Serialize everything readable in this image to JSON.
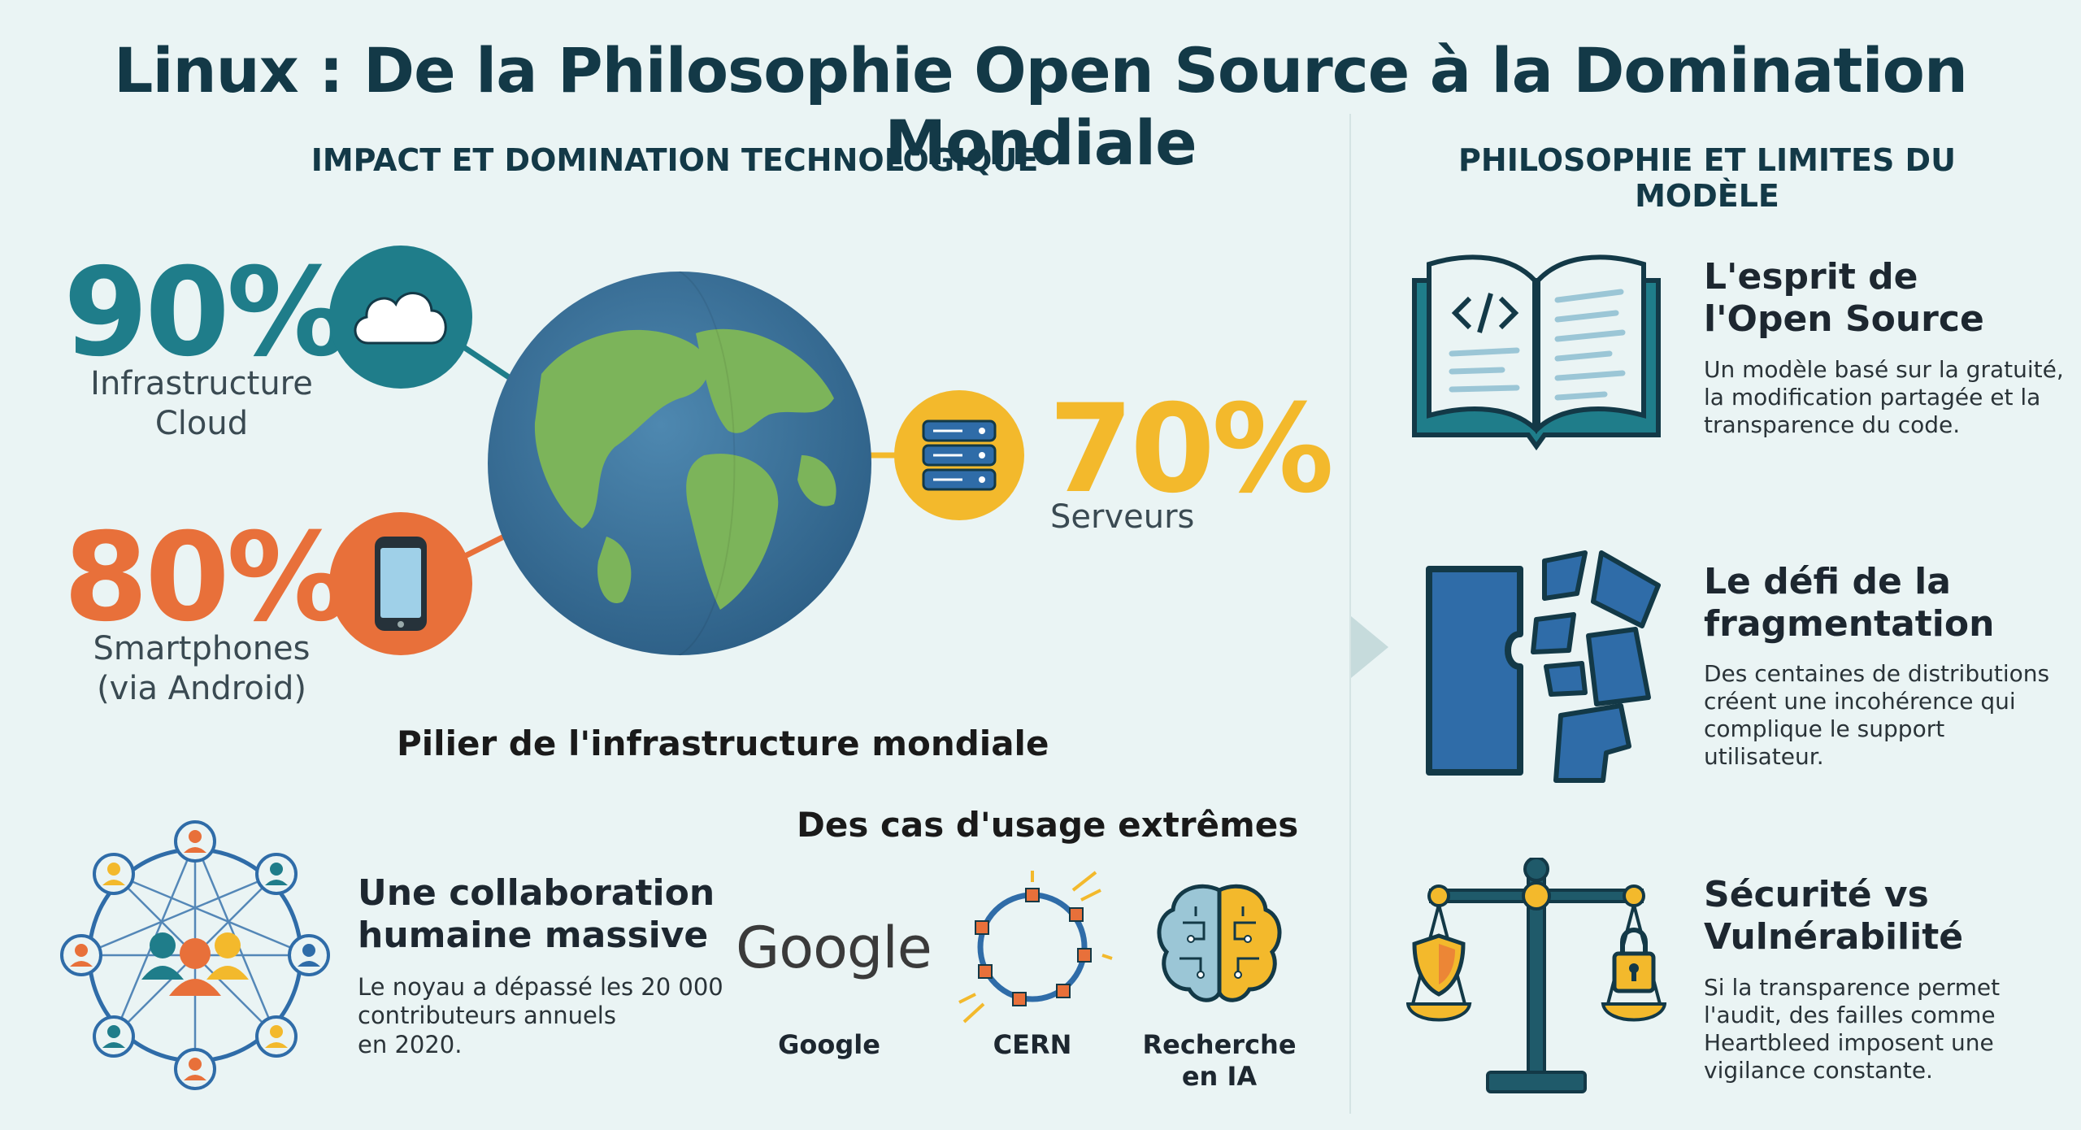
{
  "title": "Linux : De la Philosophie Open Source à la Domination Mondiale",
  "sections": {
    "left_heading": "IMPACT ET DOMINATION TECHNOLOGIQUE",
    "right_heading": "PHILOSOPHIE ET LIMITES DU MODÈLE"
  },
  "stats": [
    {
      "value": "90%",
      "label_line1": "Infrastructure",
      "label_line2": "Cloud",
      "color": "#1f7d8a",
      "icon": "cloud-icon"
    },
    {
      "value": "80%",
      "label_line1": "Smartphones",
      "label_line2": "(via Android)",
      "color": "#e8703a",
      "icon": "smartphone-icon"
    },
    {
      "value": "70%",
      "label_line1": "Serveurs",
      "color": "#f3b92c",
      "icon": "server-icon"
    }
  ],
  "globe": {
    "icon": "globe-icon"
  },
  "pillar": "Pilier de l'infrastructure mondiale",
  "collaboration": {
    "title_line1": "Une collaboration",
    "title_line2": "humaine massive",
    "desc_line1": "Le noyau a dépassé les 20 000",
    "desc_line2": "contributeurs annuels",
    "desc_line3": "en 2020.",
    "icon": "people-network-icon"
  },
  "use_cases": {
    "heading": "Des cas d'usage extrêmes",
    "items": [
      {
        "logo_text": "Google",
        "label_line1": "Google",
        "icon": "google-logo"
      },
      {
        "label_line1": "CERN",
        "icon": "particle-ring-icon"
      },
      {
        "label_line1": "Recherche",
        "label_line2": "en IA",
        "icon": "brain-icon"
      }
    ]
  },
  "right_cards": [
    {
      "title_line1": "L'esprit de",
      "title_line2": "l'Open Source",
      "desc": [
        "Un modèle basé sur la gratuité,",
        "la modification partagée et la",
        "transparence du code."
      ],
      "icon": "open-book-code-icon"
    },
    {
      "title_line1": "Le défi de la",
      "title_line2": "fragmentation",
      "desc": [
        "Des centaines de distributions",
        "créent une incohérence qui",
        "complique le support",
        "utilisateur."
      ],
      "icon": "broken-puzzle-icon"
    },
    {
      "title_line1": "Sécurité vs",
      "title_line2": "Vulnérabilité",
      "desc": [
        "Si la transparence permet",
        "l'audit, des failles comme",
        "Heartbleed imposent une",
        "vigilance constante."
      ],
      "icon": "scales-shield-lock-icon"
    }
  ],
  "colors": {
    "teal": "#1f7d8a",
    "orange": "#e8703a",
    "yellow": "#f3b92c",
    "navy": "#133947",
    "blue": "#2f6ca8"
  }
}
